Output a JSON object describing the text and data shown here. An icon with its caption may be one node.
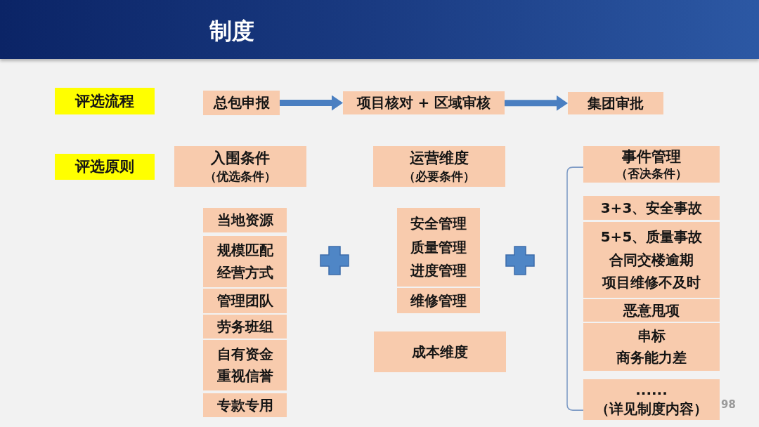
{
  "diagram": {
    "title": "制度",
    "nodes": [
      {
        "text": [
          "评选流程"
        ]
      },
      {
        "text": [
          "总包申报"
        ]
      },
      {
        "text": [
          "项目核对 + 区域审核"
        ]
      },
      {
        "text": [
          "集团审批"
        ]
      },
      {
        "text": [
          "评选原则"
        ]
      },
      {
        "text": [
          "入围条件",
          "（优选条件）"
        ]
      },
      {
        "text": [
          "运营维度",
          "（必要条件）"
        ]
      },
      {
        "text": [
          "事件管理",
          "（否决条件）"
        ]
      },
      {
        "text": [
          "当地资源"
        ]
      },
      {
        "text": [
          "规模匹配",
          "经营方式"
        ]
      },
      {
        "text": [
          "管理团队"
        ]
      },
      {
        "text": [
          "劳务班组"
        ]
      },
      {
        "text": [
          "自有资金",
          "重视信誉"
        ]
      },
      {
        "text": [
          "专款专用"
        ]
      },
      {
        "text": [
          "安全管理",
          "质量管理",
          "进度管理"
        ]
      },
      {
        "text": [
          "维修管理"
        ]
      },
      {
        "text": [
          "成本维度"
        ]
      },
      {
        "text": [
          "3+3、安全事故"
        ]
      },
      {
        "text": [
          "5+5、质量事故",
          "合同交楼逾期",
          "项目维修不及时"
        ]
      },
      {
        "text": [
          "恶意甩项"
        ]
      },
      {
        "text": [
          "串标",
          "商务能力差"
        ]
      },
      {
        "text": [
          "......",
          "（详见制度内容）"
        ]
      }
    ],
    "edges": [
      {
        "from": 1,
        "to": 2,
        "arrow": "to"
      },
      {
        "from": 2,
        "to": 3,
        "arrow": "to"
      },
      {
        "from": 7,
        "to": 21,
        "arrow": "none",
        "color": "#7f9cc6"
      }
    ],
    "labels": [
      "98"
    ]
  }
}
